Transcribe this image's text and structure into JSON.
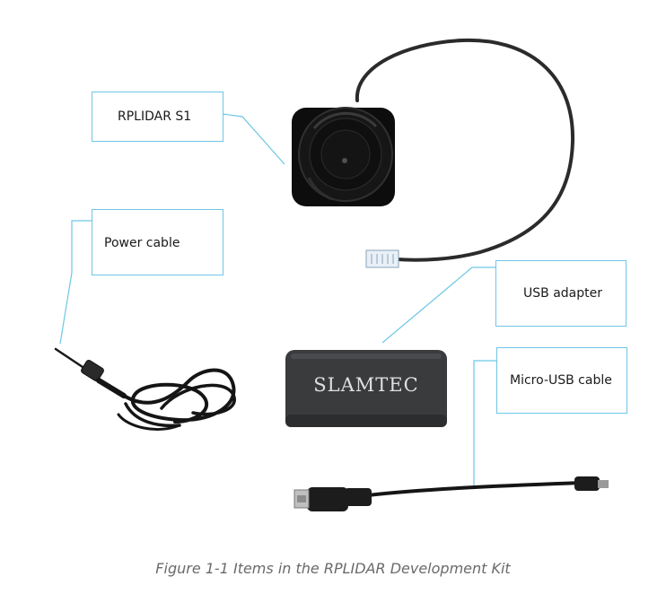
{
  "labels": {
    "rplidar": "RPLIDAR S1",
    "power_cable": "Power cable",
    "usb_adapter": "USB adapter",
    "micro_usb_cable": "Micro-USB cable"
  },
  "adapter_brand": "SLAMTEC",
  "caption": "Figure 1-1 Items in the RPLIDAR Development Kit",
  "colors": {
    "callout_line": "#6ec6e6",
    "device_black": "#0d0d0d",
    "adapter_body": "#3a3b3d"
  }
}
